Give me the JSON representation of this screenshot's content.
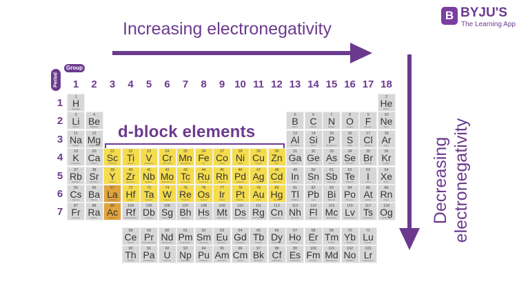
{
  "brand": {
    "name": "BYJU'S",
    "tagline": "The Learning App",
    "logo_letter": "B"
  },
  "titles": {
    "horizontal": "Increasing electronegativity",
    "vertical_line1": "Decreasing",
    "vertical_line2": "electronegativity"
  },
  "labels": {
    "group": "Group",
    "period": "Period",
    "d_block": "d-block elements"
  },
  "groups": [
    "1",
    "2",
    "3",
    "4",
    "5",
    "6",
    "7",
    "8",
    "9",
    "10",
    "11",
    "12",
    "13",
    "14",
    "15",
    "16",
    "17",
    "18"
  ],
  "periods": [
    "1",
    "2",
    "3",
    "4",
    "5",
    "6",
    "7"
  ],
  "colors": {
    "purple": "#6b3a8e",
    "d_block": "#f5dc4d",
    "f_block": "#e2a33c",
    "default": "#d7d7d7"
  },
  "elements": [
    {
      "n": "1",
      "s": "H",
      "name": "Hydrogen",
      "p": 1,
      "g": 1,
      "t": "n"
    },
    {
      "n": "2",
      "s": "He",
      "name": "Helium",
      "p": 1,
      "g": 18,
      "t": "n"
    },
    {
      "n": "3",
      "s": "Li",
      "name": "Lithium",
      "p": 2,
      "g": 1,
      "t": "n"
    },
    {
      "n": "4",
      "s": "Be",
      "name": "Beryllium",
      "p": 2,
      "g": 2,
      "t": "n"
    },
    {
      "n": "5",
      "s": "B",
      "name": "Boron",
      "p": 2,
      "g": 13,
      "t": "n"
    },
    {
      "n": "6",
      "s": "C",
      "name": "Carbon",
      "p": 2,
      "g": 14,
      "t": "n"
    },
    {
      "n": "7",
      "s": "N",
      "name": "Nitrogen",
      "p": 2,
      "g": 15,
      "t": "n"
    },
    {
      "n": "8",
      "s": "O",
      "name": "Oxygen",
      "p": 2,
      "g": 16,
      "t": "n"
    },
    {
      "n": "9",
      "s": "F",
      "name": "Fluorine",
      "p": 2,
      "g": 17,
      "t": "n"
    },
    {
      "n": "10",
      "s": "Ne",
      "name": "Neon",
      "p": 2,
      "g": 18,
      "t": "n"
    },
    {
      "n": "11",
      "s": "Na",
      "name": "Sodium",
      "p": 3,
      "g": 1,
      "t": "n"
    },
    {
      "n": "12",
      "s": "Mg",
      "name": "Magnesium",
      "p": 3,
      "g": 2,
      "t": "n"
    },
    {
      "n": "13",
      "s": "Al",
      "name": "Aluminium",
      "p": 3,
      "g": 13,
      "t": "n"
    },
    {
      "n": "14",
      "s": "Si",
      "name": "Silicon",
      "p": 3,
      "g": 14,
      "t": "n"
    },
    {
      "n": "15",
      "s": "P",
      "name": "Phosphorus",
      "p": 3,
      "g": 15,
      "t": "n"
    },
    {
      "n": "16",
      "s": "S",
      "name": "Sulfur",
      "p": 3,
      "g": 16,
      "t": "n"
    },
    {
      "n": "17",
      "s": "Cl",
      "name": "Chlorine",
      "p": 3,
      "g": 17,
      "t": "n"
    },
    {
      "n": "18",
      "s": "Ar",
      "name": "Argon",
      "p": 3,
      "g": 18,
      "t": "n"
    },
    {
      "n": "19",
      "s": "K",
      "name": "Potassium",
      "p": 4,
      "g": 1,
      "t": "n"
    },
    {
      "n": "20",
      "s": "Ca",
      "name": "Calcium",
      "p": 4,
      "g": 2,
      "t": "n"
    },
    {
      "n": "21",
      "s": "Sc",
      "name": "Scandium",
      "p": 4,
      "g": 3,
      "t": "d"
    },
    {
      "n": "22",
      "s": "Ti",
      "name": "Titanium",
      "p": 4,
      "g": 4,
      "t": "d"
    },
    {
      "n": "23",
      "s": "V",
      "name": "Vanadium",
      "p": 4,
      "g": 5,
      "t": "d"
    },
    {
      "n": "24",
      "s": "Cr",
      "name": "Chromium",
      "p": 4,
      "g": 6,
      "t": "d"
    },
    {
      "n": "25",
      "s": "Mn",
      "name": "Manganese",
      "p": 4,
      "g": 7,
      "t": "d"
    },
    {
      "n": "26",
      "s": "Fe",
      "name": "Iron",
      "p": 4,
      "g": 8,
      "t": "d"
    },
    {
      "n": "27",
      "s": "Co",
      "name": "Cobalt",
      "p": 4,
      "g": 9,
      "t": "d"
    },
    {
      "n": "28",
      "s": "Ni",
      "name": "Nickel",
      "p": 4,
      "g": 10,
      "t": "d"
    },
    {
      "n": "29",
      "s": "Cu",
      "name": "Copper",
      "p": 4,
      "g": 11,
      "t": "d"
    },
    {
      "n": "30",
      "s": "Zn",
      "name": "Zinc",
      "p": 4,
      "g": 12,
      "t": "d"
    },
    {
      "n": "31",
      "s": "Ga",
      "name": "Gallium",
      "p": 4,
      "g": 13,
      "t": "n"
    },
    {
      "n": "32",
      "s": "Ge",
      "name": "Germanium",
      "p": 4,
      "g": 14,
      "t": "n"
    },
    {
      "n": "33",
      "s": "As",
      "name": "Arsenic",
      "p": 4,
      "g": 15,
      "t": "n"
    },
    {
      "n": "34",
      "s": "Se",
      "name": "Selenium",
      "p": 4,
      "g": 16,
      "t": "n"
    },
    {
      "n": "35",
      "s": "Br",
      "name": "Bromine",
      "p": 4,
      "g": 17,
      "t": "n"
    },
    {
      "n": "36",
      "s": "Kr",
      "name": "Krypton",
      "p": 4,
      "g": 18,
      "t": "n"
    },
    {
      "n": "37",
      "s": "Rb",
      "name": "Rubidium",
      "p": 5,
      "g": 1,
      "t": "n"
    },
    {
      "n": "38",
      "s": "Sr",
      "name": "Strontium",
      "p": 5,
      "g": 2,
      "t": "n"
    },
    {
      "n": "39",
      "s": "Y",
      "name": "Yttrium",
      "p": 5,
      "g": 3,
      "t": "d"
    },
    {
      "n": "40",
      "s": "Zr",
      "name": "Zirconium",
      "p": 5,
      "g": 4,
      "t": "d"
    },
    {
      "n": "41",
      "s": "Nb",
      "name": "Niobium",
      "p": 5,
      "g": 5,
      "t": "d"
    },
    {
      "n": "42",
      "s": "Mo",
      "name": "Molybdenum",
      "p": 5,
      "g": 6,
      "t": "d"
    },
    {
      "n": "43",
      "s": "Tc",
      "name": "Technetium",
      "p": 5,
      "g": 7,
      "t": "d"
    },
    {
      "n": "44",
      "s": "Ru",
      "name": "Ruthenium",
      "p": 5,
      "g": 8,
      "t": "d"
    },
    {
      "n": "45",
      "s": "Rh",
      "name": "Rhodium",
      "p": 5,
      "g": 9,
      "t": "d"
    },
    {
      "n": "46",
      "s": "Pd",
      "name": "Palladium",
      "p": 5,
      "g": 10,
      "t": "d"
    },
    {
      "n": "47",
      "s": "Ag",
      "name": "Silver",
      "p": 5,
      "g": 11,
      "t": "d"
    },
    {
      "n": "48",
      "s": "Cd",
      "name": "Cadmium",
      "p": 5,
      "g": 12,
      "t": "d"
    },
    {
      "n": "49",
      "s": "In",
      "name": "Indium",
      "p": 5,
      "g": 13,
      "t": "n"
    },
    {
      "n": "50",
      "s": "Sn",
      "name": "Tin",
      "p": 5,
      "g": 14,
      "t": "n"
    },
    {
      "n": "51",
      "s": "Sb",
      "name": "Antimony",
      "p": 5,
      "g": 15,
      "t": "n"
    },
    {
      "n": "52",
      "s": "Te",
      "name": "Tellurium",
      "p": 5,
      "g": 16,
      "t": "n"
    },
    {
      "n": "53",
      "s": "I",
      "name": "Iodine",
      "p": 5,
      "g": 17,
      "t": "n"
    },
    {
      "n": "54",
      "s": "Xe",
      "name": "Xenon",
      "p": 5,
      "g": 18,
      "t": "n"
    },
    {
      "n": "55",
      "s": "Cs",
      "name": "Caesium",
      "p": 6,
      "g": 1,
      "t": "n"
    },
    {
      "n": "56",
      "s": "Ba",
      "name": "Barium",
      "p": 6,
      "g": 2,
      "t": "n"
    },
    {
      "n": "57",
      "s": "La",
      "name": "Lanthanum",
      "p": 6,
      "g": 3,
      "t": "f"
    },
    {
      "n": "72",
      "s": "Hf",
      "name": "Hafnium",
      "p": 6,
      "g": 4,
      "t": "d"
    },
    {
      "n": "73",
      "s": "Ta",
      "name": "Tantalum",
      "p": 6,
      "g": 5,
      "t": "d"
    },
    {
      "n": "74",
      "s": "W",
      "name": "Tungsten",
      "p": 6,
      "g": 6,
      "t": "d"
    },
    {
      "n": "75",
      "s": "Re",
      "name": "Rhenium",
      "p": 6,
      "g": 7,
      "t": "d"
    },
    {
      "n": "76",
      "s": "Os",
      "name": "Osmium",
      "p": 6,
      "g": 8,
      "t": "d"
    },
    {
      "n": "77",
      "s": "Ir",
      "name": "Iridium",
      "p": 6,
      "g": 9,
      "t": "d"
    },
    {
      "n": "78",
      "s": "Pt",
      "name": "Platinum",
      "p": 6,
      "g": 10,
      "t": "d"
    },
    {
      "n": "79",
      "s": "Au",
      "name": "Gold",
      "p": 6,
      "g": 11,
      "t": "d"
    },
    {
      "n": "80",
      "s": "Hg",
      "name": "Mercury",
      "p": 6,
      "g": 12,
      "t": "d"
    },
    {
      "n": "81",
      "s": "Tl",
      "name": "Thallium",
      "p": 6,
      "g": 13,
      "t": "n"
    },
    {
      "n": "82",
      "s": "Pb",
      "name": "Lead",
      "p": 6,
      "g": 14,
      "t": "n"
    },
    {
      "n": "83",
      "s": "Bi",
      "name": "Bismuth",
      "p": 6,
      "g": 15,
      "t": "n"
    },
    {
      "n": "84",
      "s": "Po",
      "name": "Polonium",
      "p": 6,
      "g": 16,
      "t": "n"
    },
    {
      "n": "85",
      "s": "At",
      "name": "Astatine",
      "p": 6,
      "g": 17,
      "t": "n"
    },
    {
      "n": "86",
      "s": "Rn",
      "name": "Radon",
      "p": 6,
      "g": 18,
      "t": "n"
    },
    {
      "n": "87",
      "s": "Fr",
      "name": "Francium",
      "p": 7,
      "g": 1,
      "t": "n"
    },
    {
      "n": "88",
      "s": "Ra",
      "name": "Radium",
      "p": 7,
      "g": 2,
      "t": "n"
    },
    {
      "n": "89",
      "s": "Ac",
      "name": "Actinium",
      "p": 7,
      "g": 3,
      "t": "f"
    },
    {
      "n": "104",
      "s": "Rf",
      "name": "Rutherfordium",
      "p": 7,
      "g": 4,
      "t": "n"
    },
    {
      "n": "105",
      "s": "Db",
      "name": "Dubnium",
      "p": 7,
      "g": 5,
      "t": "n"
    },
    {
      "n": "106",
      "s": "Sg",
      "name": "Seaborgium",
      "p": 7,
      "g": 6,
      "t": "n"
    },
    {
      "n": "107",
      "s": "Bh",
      "name": "Bohrium",
      "p": 7,
      "g": 7,
      "t": "n"
    },
    {
      "n": "108",
      "s": "Hs",
      "name": "Hassium",
      "p": 7,
      "g": 8,
      "t": "n"
    },
    {
      "n": "109",
      "s": "Mt",
      "name": "Meitnerium",
      "p": 7,
      "g": 9,
      "t": "n"
    },
    {
      "n": "110",
      "s": "Ds",
      "name": "Darmstadtium",
      "p": 7,
      "g": 10,
      "t": "n"
    },
    {
      "n": "111",
      "s": "Rg",
      "name": "Roentgenium",
      "p": 7,
      "g": 11,
      "t": "n"
    },
    {
      "n": "112",
      "s": "Cn",
      "name": "Copernicium",
      "p": 7,
      "g": 12,
      "t": "n"
    },
    {
      "n": "113",
      "s": "Nh",
      "name": "Nihonium",
      "p": 7,
      "g": 13,
      "t": "n"
    },
    {
      "n": "114",
      "s": "Fl",
      "name": "Flerovium",
      "p": 7,
      "g": 14,
      "t": "n"
    },
    {
      "n": "115",
      "s": "Mc",
      "name": "Moscovium",
      "p": 7,
      "g": 15,
      "t": "n"
    },
    {
      "n": "116",
      "s": "Lv",
      "name": "Livermorium",
      "p": 7,
      "g": 16,
      "t": "n"
    },
    {
      "n": "117",
      "s": "Ts",
      "name": "Tennessine",
      "p": 7,
      "g": 17,
      "t": "n"
    },
    {
      "n": "118",
      "s": "Og",
      "name": "Oganesson",
      "p": 7,
      "g": 18,
      "t": "n"
    }
  ],
  "lanthanides": [
    {
      "n": "58",
      "s": "Ce",
      "name": "Cerium"
    },
    {
      "n": "59",
      "s": "Pr",
      "name": "Praseodymium"
    },
    {
      "n": "60",
      "s": "Nd",
      "name": "Neodymium"
    },
    {
      "n": "61",
      "s": "Pm",
      "name": "Promethium"
    },
    {
      "n": "62",
      "s": "Sm",
      "name": "Samarium"
    },
    {
      "n": "63",
      "s": "Eu",
      "name": "Europium"
    },
    {
      "n": "64",
      "s": "Gd",
      "name": "Gadolinium"
    },
    {
      "n": "65",
      "s": "Tb",
      "name": "Terbium"
    },
    {
      "n": "66",
      "s": "Dy",
      "name": "Dysprosium"
    },
    {
      "n": "67",
      "s": "Ho",
      "name": "Holmium"
    },
    {
      "n": "68",
      "s": "Er",
      "name": "Erbium"
    },
    {
      "n": "69",
      "s": "Tm",
      "name": "Thulium"
    },
    {
      "n": "70",
      "s": "Yb",
      "name": "Ytterbium"
    },
    {
      "n": "71",
      "s": "Lu",
      "name": "Lutetium"
    }
  ],
  "actinides": [
    {
      "n": "90",
      "s": "Th",
      "name": "Thorium"
    },
    {
      "n": "91",
      "s": "Pa",
      "name": "Protactinium"
    },
    {
      "n": "92",
      "s": "U",
      "name": "Uranium"
    },
    {
      "n": "93",
      "s": "Np",
      "name": "Neptunium"
    },
    {
      "n": "94",
      "s": "Pu",
      "name": "Plutonium"
    },
    {
      "n": "95",
      "s": "Am",
      "name": "Americium"
    },
    {
      "n": "96",
      "s": "Cm",
      "name": "Curium"
    },
    {
      "n": "97",
      "s": "Bk",
      "name": "Berkelium"
    },
    {
      "n": "98",
      "s": "Cf",
      "name": "Californium"
    },
    {
      "n": "99",
      "s": "Es",
      "name": "Einsteinium"
    },
    {
      "n": "100",
      "s": "Fm",
      "name": "Fermium"
    },
    {
      "n": "101",
      "s": "Md",
      "name": "Mendelevium"
    },
    {
      "n": "102",
      "s": "No",
      "name": "Nobelium"
    },
    {
      "n": "103",
      "s": "Lr",
      "name": "Lawrencium"
    }
  ]
}
